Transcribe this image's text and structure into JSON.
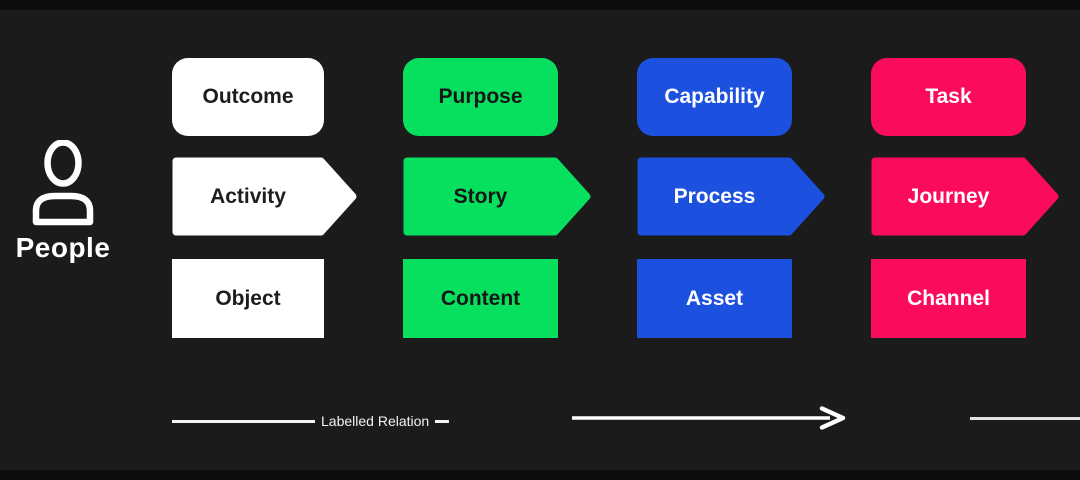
{
  "canvas": {
    "background": "#1b1b1b",
    "strip_color": "#0d0d0d"
  },
  "people": {
    "label": "People",
    "icon": "person-icon",
    "icon_color": "#ffffff"
  },
  "columns": [
    {
      "name": "white-column",
      "color": "#ffffff",
      "text_color": "#1d1d1d",
      "items": [
        {
          "label": "Outcome",
          "shape": "rounded"
        },
        {
          "label": "Activity",
          "shape": "arrow"
        },
        {
          "label": "Object",
          "shape": "rect"
        }
      ]
    },
    {
      "name": "green-column",
      "color": "#06e05e",
      "text_color": "#161616",
      "items": [
        {
          "label": "Purpose",
          "shape": "rounded"
        },
        {
          "label": "Story",
          "shape": "arrow"
        },
        {
          "label": "Content",
          "shape": "rect"
        }
      ]
    },
    {
      "name": "blue-column",
      "color": "#1c50df",
      "text_color": "#ffffff",
      "items": [
        {
          "label": "Capability",
          "shape": "rounded"
        },
        {
          "label": "Process",
          "shape": "arrow"
        },
        {
          "label": "Asset",
          "shape": "rect"
        }
      ]
    },
    {
      "name": "pink-column",
      "color": "#fb0b5d",
      "text_color": "#ffffff",
      "items": [
        {
          "label": "Task",
          "shape": "rounded"
        },
        {
          "label": "Journey",
          "shape": "arrow"
        },
        {
          "label": "Channel",
          "shape": "rect"
        }
      ]
    }
  ],
  "legend": {
    "labelled_relation_text": "Labelled Relation",
    "line_color": "#f5f5f5"
  }
}
